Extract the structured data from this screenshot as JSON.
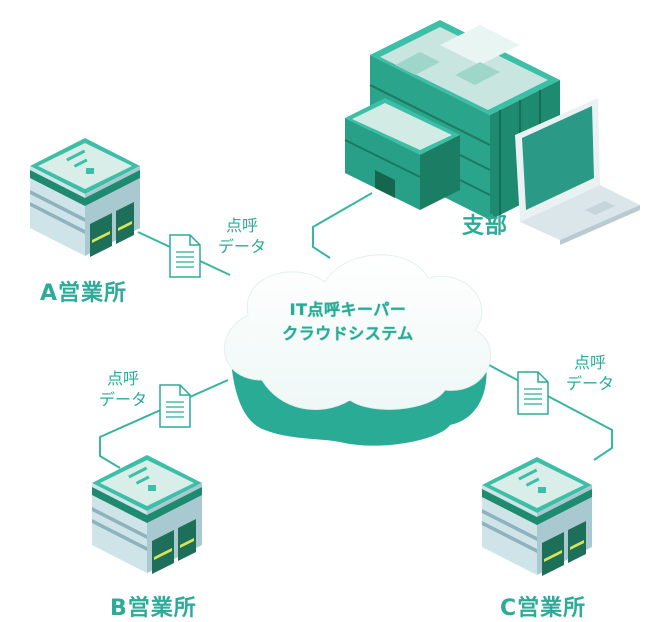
{
  "cloud": {
    "line1": "IT点呼キーパー",
    "line2": "クラウドシステム"
  },
  "nodes": {
    "hq": "支部",
    "office_a": "A営業所",
    "office_b": "B営業所",
    "office_c": "C営業所"
  },
  "docs": {
    "a": {
      "line1": "点呼",
      "line2": "データ"
    },
    "b": {
      "line1": "点呼",
      "line2": "データ"
    },
    "c": {
      "line1": "点呼",
      "line2": "データ"
    }
  },
  "colors": {
    "accent": "#2bab98",
    "building_roof": "#3cbfa6",
    "building_wall": "#cfe4e9",
    "dark_green": "#1e8a6f",
    "line": "#3bb5a0"
  }
}
